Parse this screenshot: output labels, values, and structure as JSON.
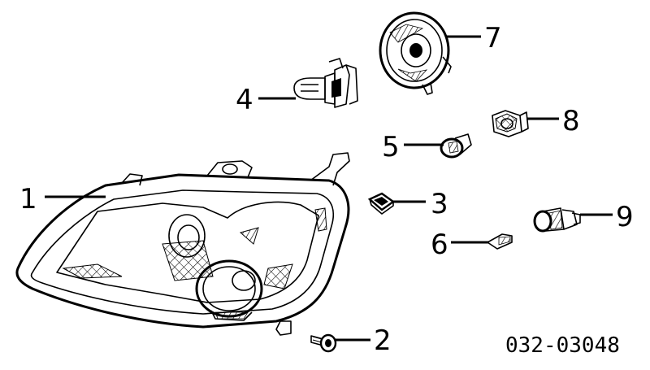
{
  "diagram": {
    "callouts": [
      "1",
      "2",
      "3",
      "4",
      "5",
      "6",
      "7",
      "8",
      "9"
    ],
    "reference_code": "032-03048"
  }
}
